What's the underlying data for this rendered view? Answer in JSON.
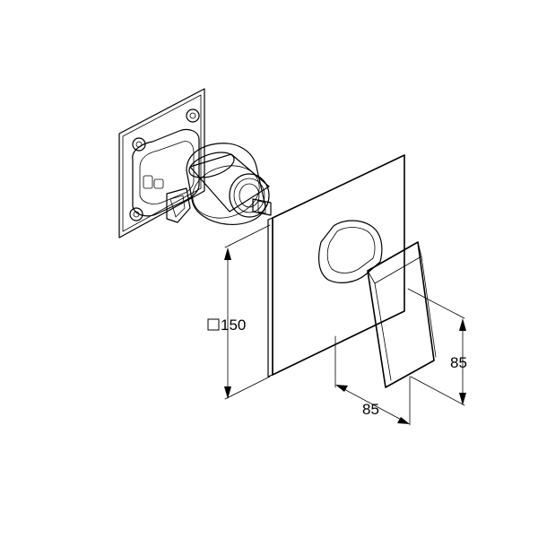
{
  "dimensions": {
    "plate_size": "□150",
    "depth": "85",
    "height": "85"
  },
  "colors": {
    "line": "#000000",
    "shade_light": "#e6e6e6",
    "shade_mid": "#bdbdbd",
    "shade_dark": "#7a7a7a",
    "background": "#ffffff"
  }
}
